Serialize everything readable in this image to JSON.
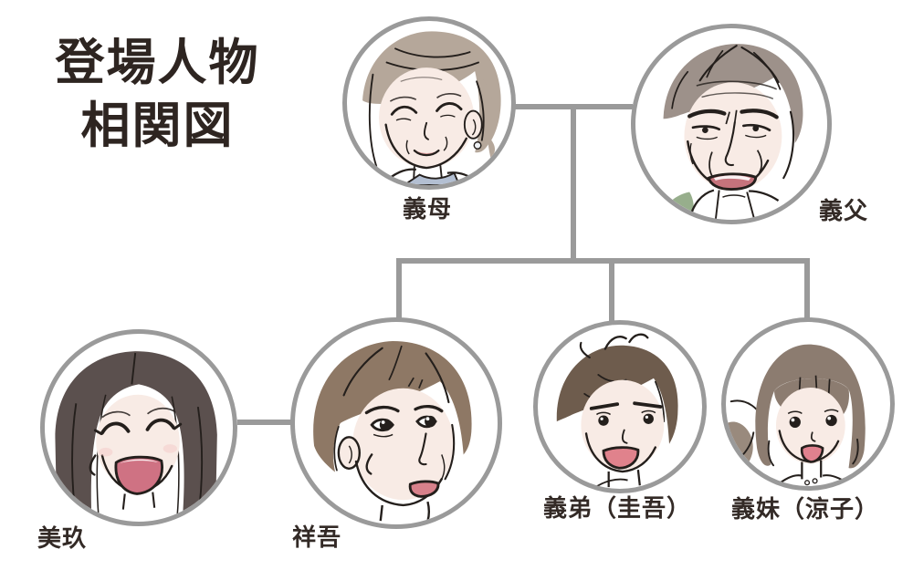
{
  "title": {
    "line1": "登場人物",
    "line2": "相関図"
  },
  "people": {
    "mother_in_law": {
      "label": "義母"
    },
    "father_in_law": {
      "label": "義父"
    },
    "miku": {
      "label": "美玖"
    },
    "shogo": {
      "label": "祥吾"
    },
    "brother_in_law": {
      "label": "義弟（圭吾）"
    },
    "sister_in_law": {
      "label": "義妹（涼子）"
    }
  },
  "colors": {
    "connector_gray": "#9a9a9a",
    "title_ink": "#2e2521",
    "label_ink": "#332a26",
    "line_art_ink": "#241f1c",
    "skin": "#f8ebe5",
    "mouth_pink": "#d8818b",
    "laugh_mouth_pink": "#cf7283",
    "hair_ash_gray": "#b5a79a",
    "hair_gray": "#9d918a",
    "hair_dark": "#5b504e",
    "hair_brown": "#8e7865",
    "hair_deep_brown": "#6e5c4d",
    "hair_taupe": "#8c7c70",
    "collar_blue": "#b3bfd2",
    "shirt_green": "#97ae8c"
  }
}
